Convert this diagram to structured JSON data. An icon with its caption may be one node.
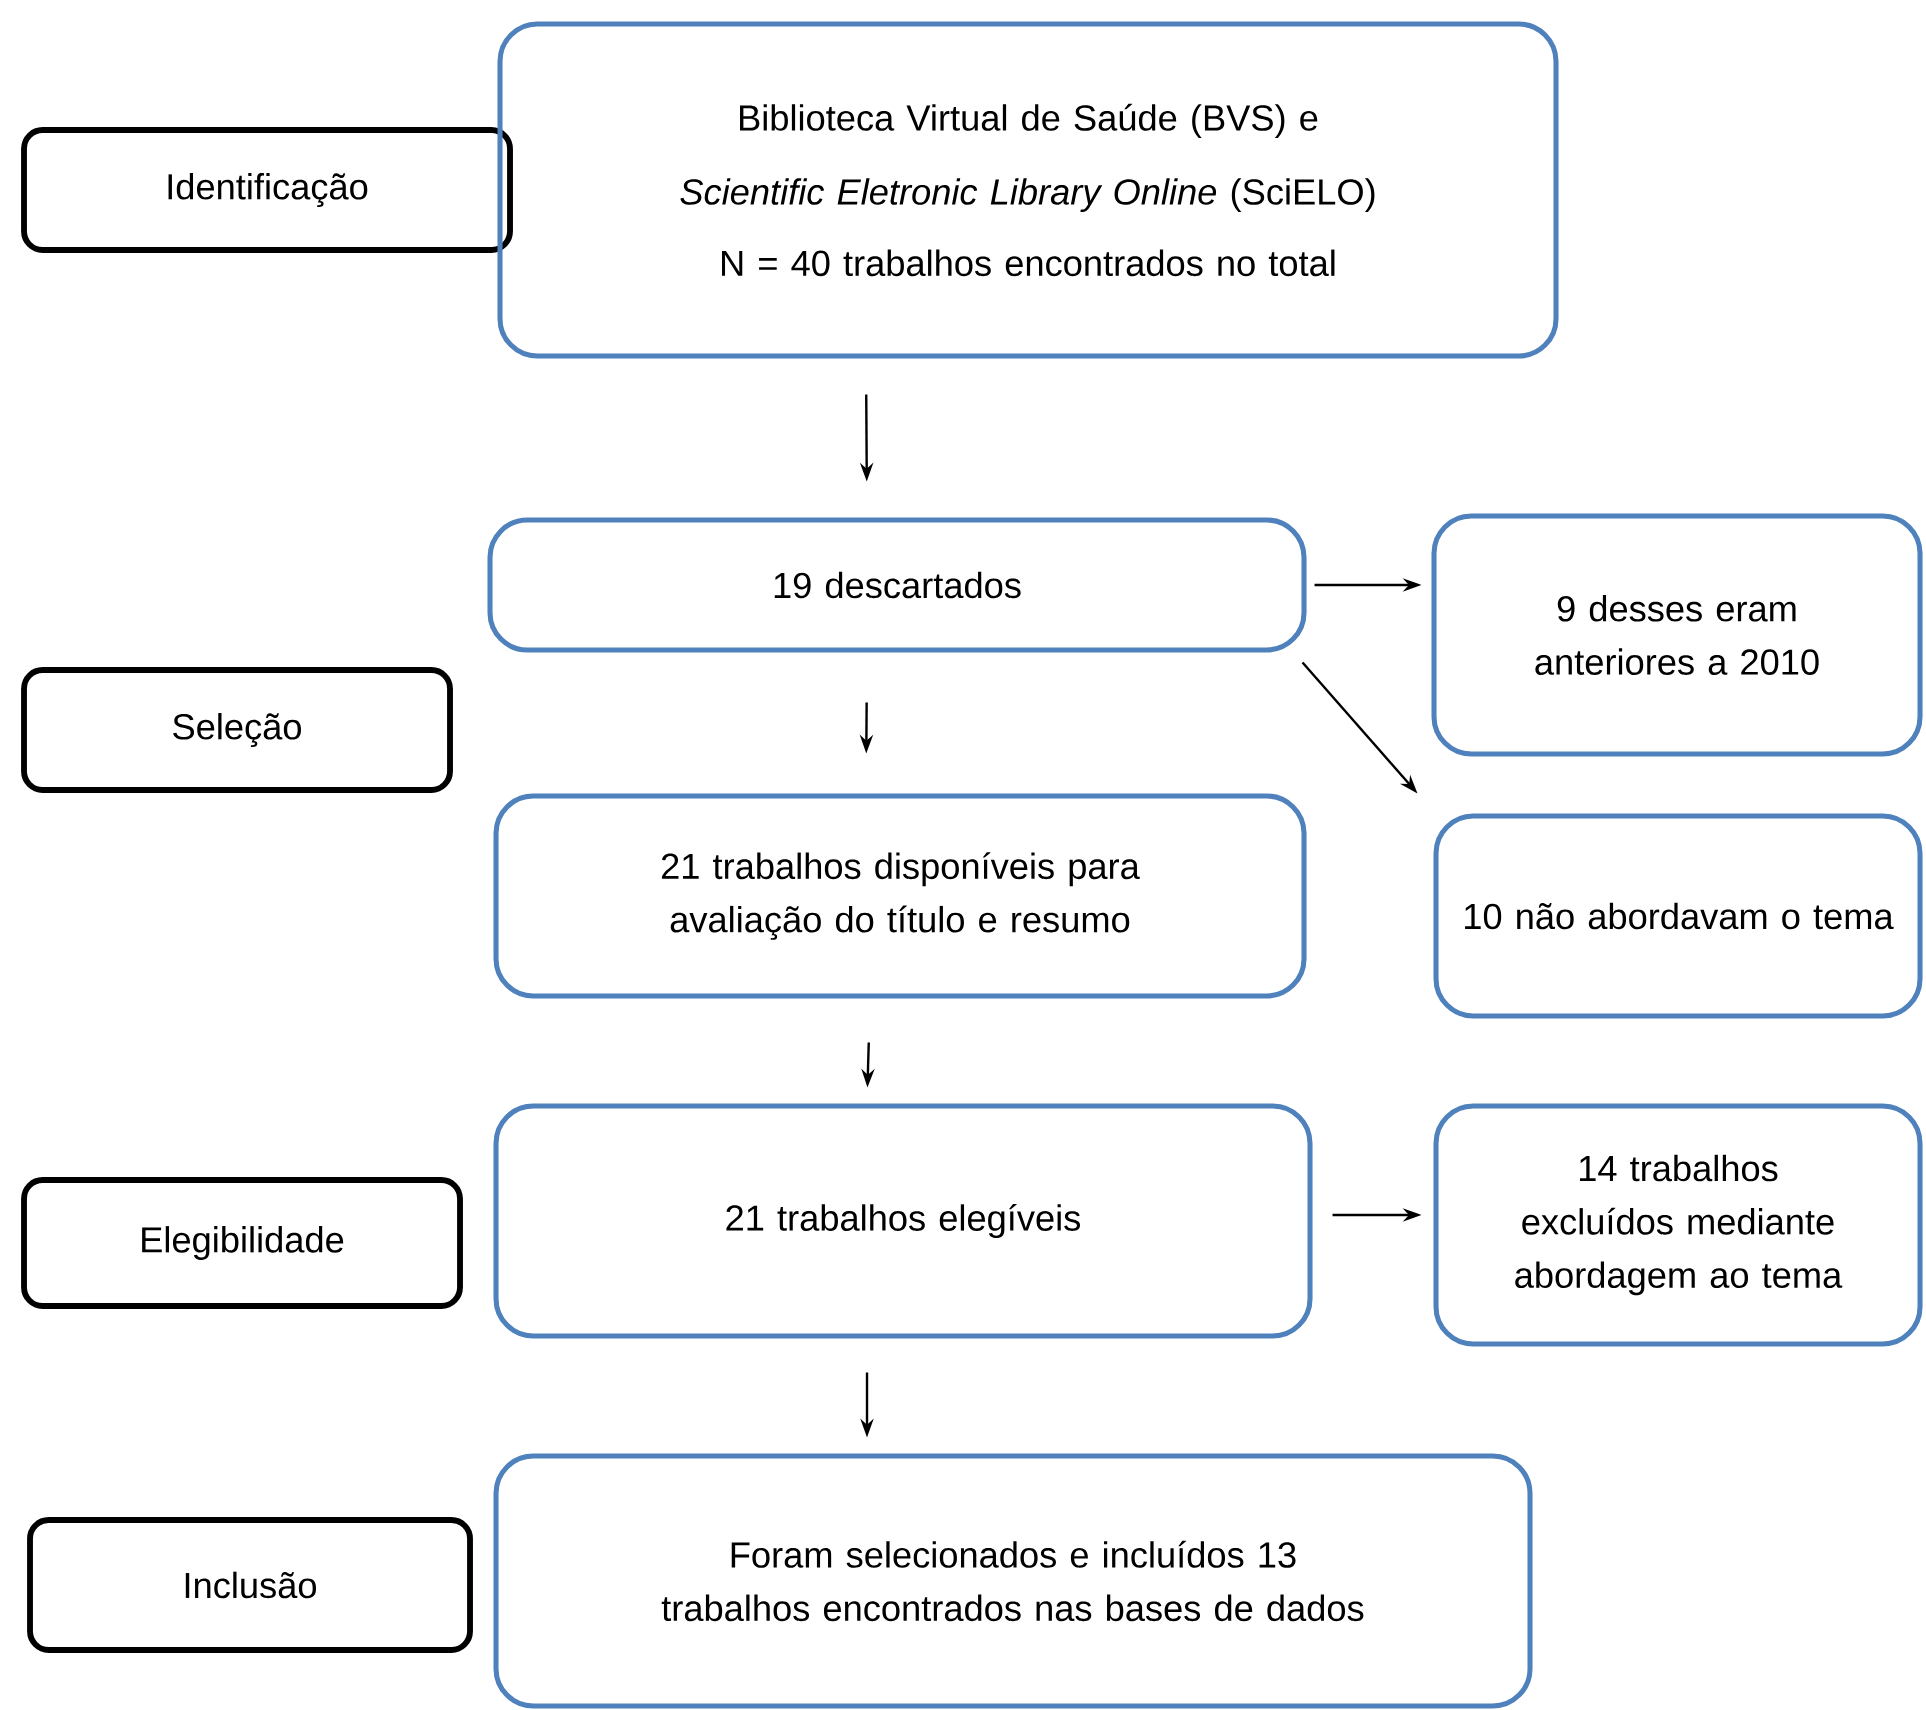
{
  "diagram": {
    "nodes": [
      {
        "text": [
          "Identificação"
        ]
      },
      {
        "text": [
          "Biblioteca Virtual de Saúde (BVS) e *Scientific Eletronic Library Online* (SciELO)",
          "N = 40 trabalhos encontrados no total"
        ]
      },
      {
        "text": [
          "19 descartados"
        ]
      },
      {
        "text": [
          "9 desses eram anteriores a 2010"
        ]
      },
      {
        "text": [
          "Seleção"
        ]
      },
      {
        "text": [
          "21 trabalhos disponíveis para avaliação do título e resumo"
        ]
      },
      {
        "text": [
          "10 não abordavam o tema"
        ]
      },
      {
        "text": [
          "Elegibilidade"
        ]
      },
      {
        "text": [
          "21 trabalhos elegíveis"
        ]
      },
      {
        "text": [
          "14 trabalhos excluídos mediante abordagem ao tema"
        ]
      },
      {
        "text": [
          "Inclusão"
        ]
      },
      {
        "text": [
          "Foram selecionados e incluídos 13 trabalhos encontrados nas bases de dados"
        ]
      }
    ],
    "edges": [
      {
        "from": 1,
        "to": 2,
        "arrow": "to"
      },
      {
        "from": 2,
        "to": 3,
        "arrow": "to"
      },
      {
        "from": 2,
        "to": 6,
        "arrow": "to"
      },
      {
        "from": 2,
        "to": 5,
        "arrow": "to"
      },
      {
        "from": 5,
        "to": 8,
        "arrow": "to"
      },
      {
        "from": 8,
        "to": 9,
        "arrow": "to"
      },
      {
        "from": 8,
        "to": 11,
        "arrow": "to"
      }
    ]
  }
}
